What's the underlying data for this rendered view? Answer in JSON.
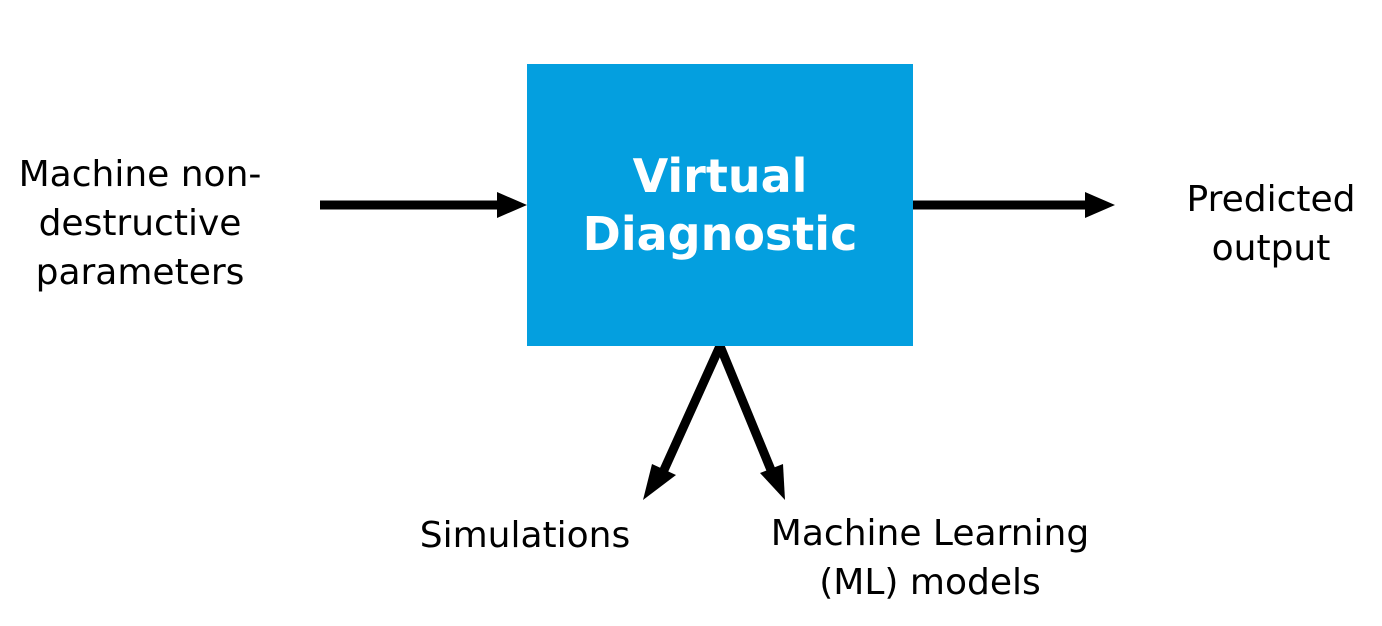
{
  "center": {
    "title": "Virtual\nDiagnostic",
    "color": "#049fdf"
  },
  "input": {
    "label": "Machine non-\ndestructive\nparameters"
  },
  "output": {
    "label": "Predicted\noutput"
  },
  "methods": {
    "simulations": "Simulations",
    "ml_models": "Machine Learning\n(ML) models"
  }
}
